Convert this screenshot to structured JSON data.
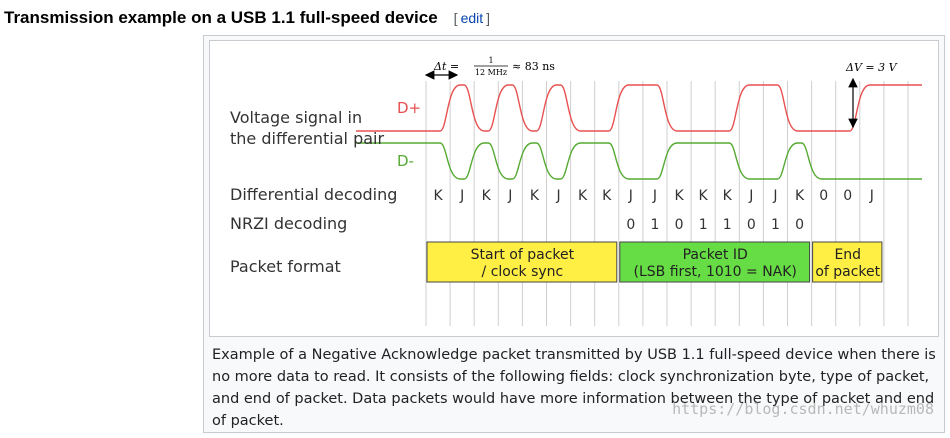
{
  "heading": {
    "title": "Transmission example on a USB 1.1 full-speed device",
    "edit_open": "[",
    "edit_label": "edit",
    "edit_close": "]"
  },
  "diagram": {
    "delta_t_label": "Δt =",
    "delta_t_num": "1",
    "delta_t_den": "12 MHz",
    "delta_t_approx": "≈ 83 ns",
    "delta_v_label": "ΔV = 3 V",
    "signal_label_line1": "Voltage signal in",
    "signal_label_line2": "the differential pair",
    "dplus_label": "D+",
    "dminus_label": "D-",
    "differential_label": "Differential decoding",
    "nrzi_label": "NRZI decoding",
    "packet_label": "Packet format",
    "differential_symbols": [
      "K",
      "J",
      "K",
      "J",
      "K",
      "J",
      "K",
      "K",
      "J",
      "J",
      "K",
      "K",
      "K",
      "J",
      "J",
      "K",
      "0",
      "0",
      "J"
    ],
    "nrzi_bits": [
      "0",
      "1",
      "0",
      "1",
      "1",
      "0",
      "1",
      "0"
    ],
    "packet_fields": [
      {
        "line1": "Start of packet",
        "line2": "/ clock sync",
        "color": "#ffee44"
      },
      {
        "line1": "Packet ID",
        "line2": "(LSB first, 1010 = NAK)",
        "color": "#66dd44"
      },
      {
        "line1": "End",
        "line2": "of packet",
        "color": "#ffee44"
      }
    ],
    "dplus_color": "#e85050",
    "dminus_color": "#55aa33",
    "dplus_levels": [
      0,
      1,
      0,
      1,
      0,
      1,
      0,
      0,
      1,
      1,
      0,
      0,
      0,
      1,
      1,
      0,
      0,
      0,
      1
    ],
    "dminus_levels": [
      1,
      0,
      1,
      0,
      1,
      0,
      1,
      1,
      0,
      0,
      1,
      1,
      1,
      0,
      0,
      1,
      0,
      0,
      0
    ]
  },
  "caption": {
    "text": "Example of a Negative Acknowledge packet transmitted by USB 1.1 full-speed device when there is no more data to read. It consists of the following fields: clock synchronization byte, type of packet, and end of packet. Data packets would have more information between the type of packet and end of packet."
  },
  "watermark": {
    "text": "https://blog.csdn.net/whuzm08"
  }
}
